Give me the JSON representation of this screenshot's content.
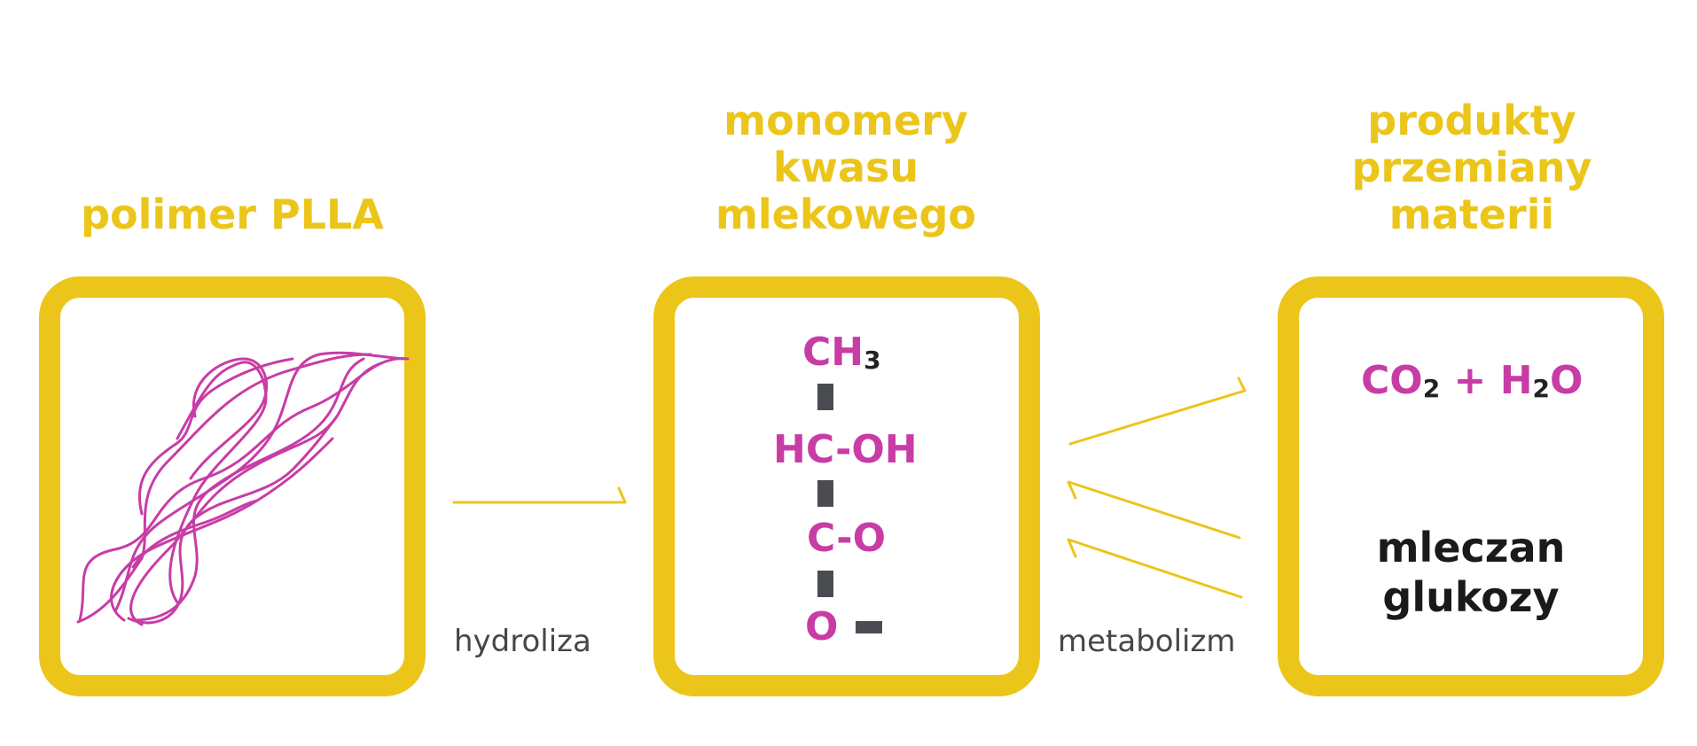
{
  "colors": {
    "accent_yellow": "#ecc51a",
    "chem_magenta": "#c83ca6",
    "bond_gray": "#4a4c52",
    "text_dark": "#1a1a1a"
  },
  "stages": {
    "polymer": {
      "title": "polimer PLLA"
    },
    "monomers": {
      "title": [
        "monomery",
        "kwasu",
        "mlekowego"
      ],
      "formula": {
        "line1_main": "CH",
        "line1_sub": "3",
        "line2": "HC-OH",
        "line3": "C-O",
        "line4": "O"
      }
    },
    "products": {
      "title": [
        "produkty",
        "przemiany",
        "materii"
      ],
      "equation": {
        "co": "CO",
        "co_sub": "2",
        "plus": " + H",
        "h_sub": "2",
        "o": "O"
      },
      "name": [
        "mleczan",
        "glukozy"
      ]
    }
  },
  "arrows": {
    "hydrolysis_label": "hydroliza",
    "metabolism_label": "metabolizm"
  }
}
